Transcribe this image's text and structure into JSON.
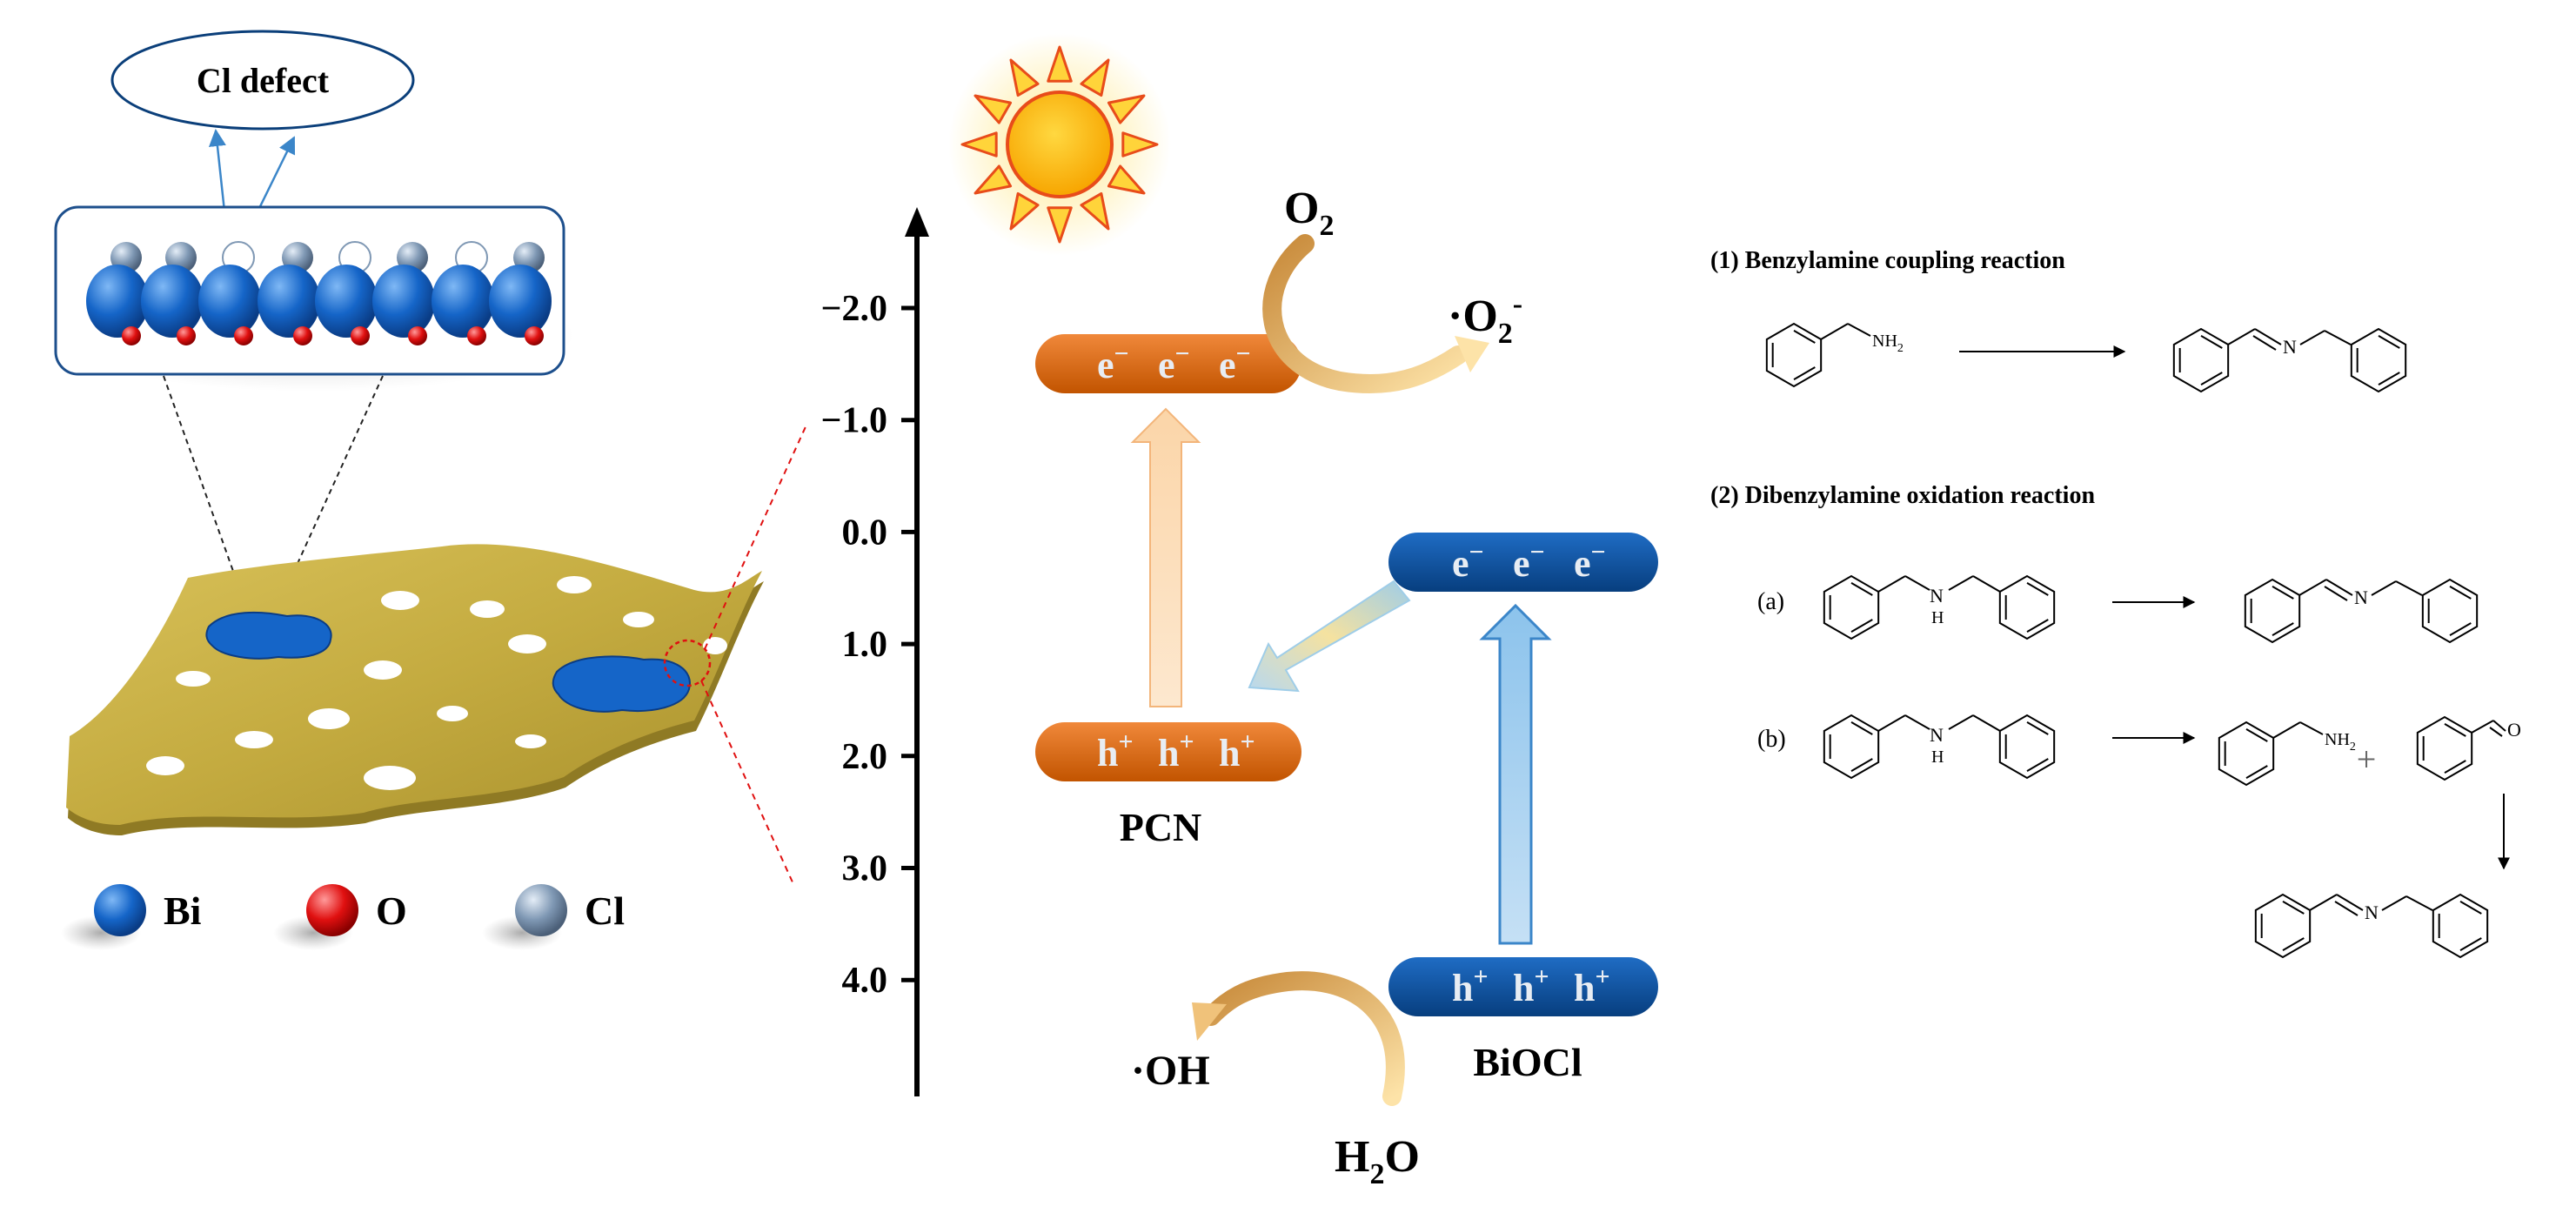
{
  "material": {
    "defect_label": "Cl defect",
    "legend": [
      {
        "label": "Bi",
        "color": "#1565c8"
      },
      {
        "label": "O",
        "color": "#e01010"
      },
      {
        "label": "Cl",
        "color": "#7f98b4"
      }
    ],
    "sheet_color": "#c9b24a"
  },
  "energy_axis": {
    "ticks": [
      "−2.0",
      "−1.0",
      "0.0",
      "1.0",
      "2.0",
      "3.0",
      "4.0"
    ]
  },
  "bands": {
    "pcn": {
      "name": "PCN",
      "cb": {
        "carrier": "e",
        "sign": "−",
        "count": 3
      },
      "vb": {
        "carrier": "h",
        "sign": "+",
        "count": 3
      },
      "color": "#e06a10"
    },
    "biocl": {
      "name": "BiOCl",
      "cb": {
        "carrier": "e",
        "sign": "−",
        "count": 3
      },
      "vb": {
        "carrier": "h",
        "sign": "+",
        "count": 3
      },
      "color": "#0b4f9c"
    }
  },
  "species": {
    "o2": {
      "base": "O",
      "sub": "2"
    },
    "superoxide": {
      "dot": "·",
      "base": "O",
      "sub": "2",
      "sup": "-"
    },
    "hydroxyl": "·OH",
    "water": {
      "a": "H",
      "sub": "2",
      "b": "O"
    }
  },
  "reactions": {
    "r1_title": "(1) Benzylamine coupling reaction",
    "r2_title": "(2) Dibenzylamine oxidation reaction",
    "a_label": "(a)",
    "b_label": "(b)",
    "nh2": {
      "base": "NH",
      "sub": "2"
    },
    "n": "N",
    "h": "H",
    "o": "O",
    "plus": "+"
  }
}
